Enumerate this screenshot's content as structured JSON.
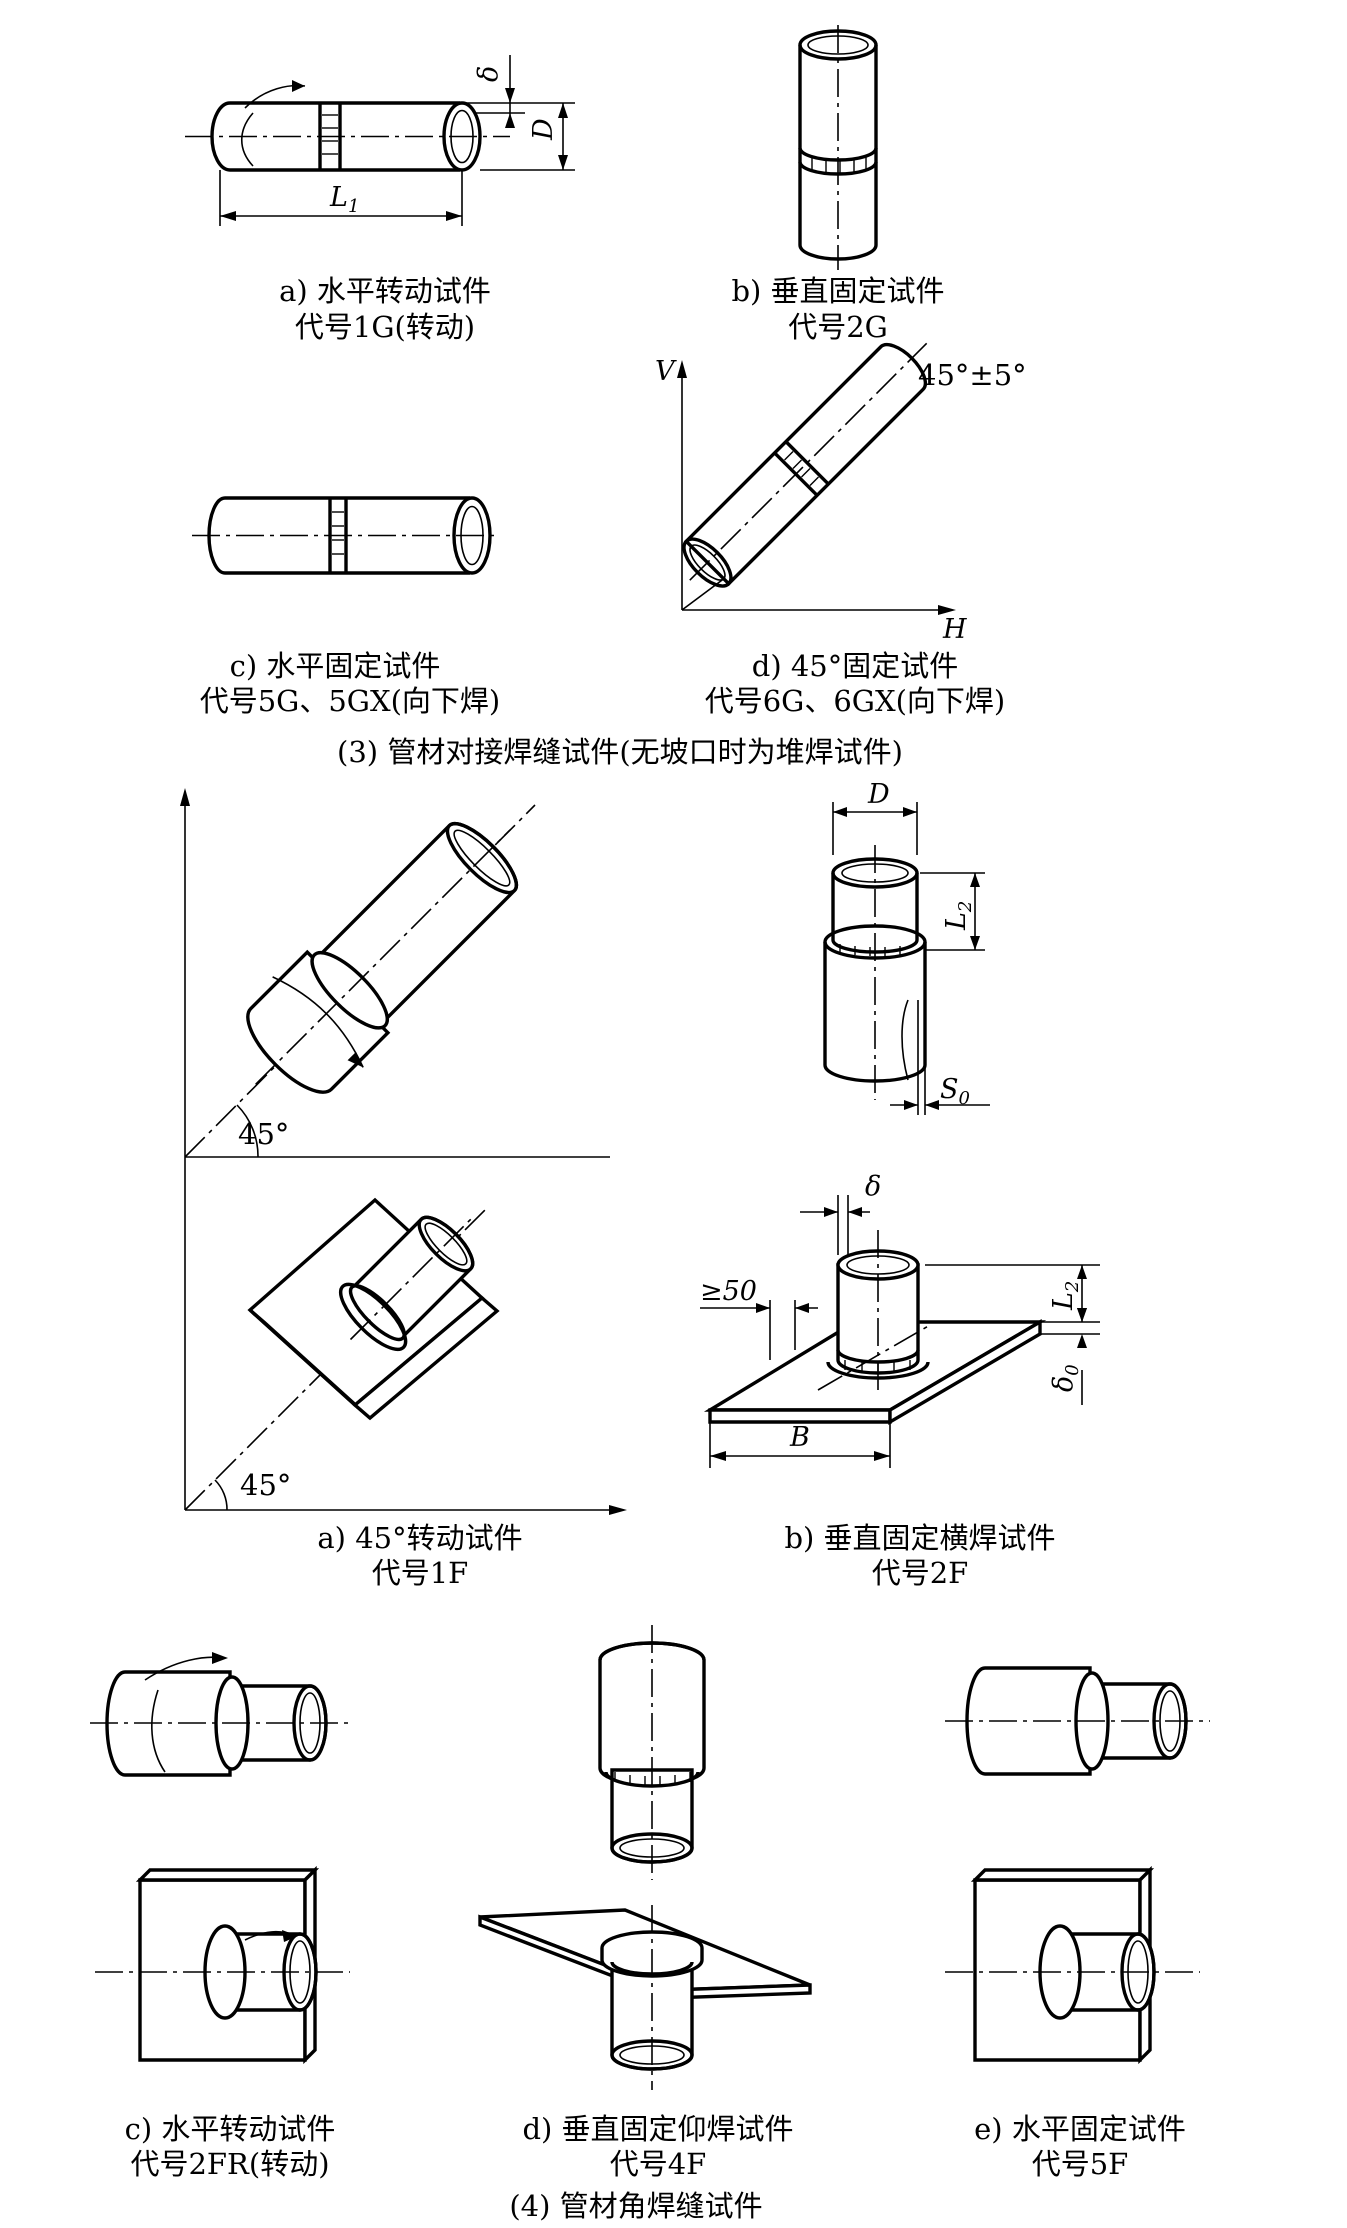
{
  "section3": {
    "a": {
      "caption": "a) 水平转动试件",
      "code": "代号1G(转动)",
      "dim_delta": "δ",
      "dim_D": "D",
      "dim_L1": "L",
      "dim_L1_sub": "1"
    },
    "b": {
      "caption": "b) 垂直固定试件",
      "code": "代号2G"
    },
    "c": {
      "caption": "c) 水平固定试件",
      "code": "代号5G、5GX(向下焊)"
    },
    "d": {
      "caption": "d) 45°固定试件",
      "code": "代号6G、6GX(向下焊)",
      "angle": "45°±5°",
      "axis_v": "V",
      "axis_h": "H"
    },
    "title": "(3) 管材对接焊缝试件(无坡口时为堆焊试件)"
  },
  "section4_top": {
    "a": {
      "caption": "a) 45°转动试件",
      "code": "代号1F",
      "angle_upper": "45°",
      "angle_lower": "45°"
    },
    "b": {
      "caption": "b) 垂直固定横焊试件",
      "code": "代号2F",
      "dim_D": "D",
      "dim_L2": "L",
      "dim_L2_sub": "2",
      "dim_S0": "S",
      "dim_S0_sub": "0",
      "dim_delta": "δ",
      "dim_ge50": "≥50",
      "dim_L2b": "L",
      "dim_L2b_sub": "2",
      "dim_delta0": "δ",
      "dim_delta0_sub": "0",
      "dim_B": "B"
    }
  },
  "section4_bottom": {
    "c": {
      "caption": "c) 水平转动试件",
      "code": "代号2FR(转动)"
    },
    "d": {
      "caption": "d) 垂直固定仰焊试件",
      "code": "代号4F"
    },
    "e": {
      "caption": "e) 水平固定试件",
      "code": "代号5F"
    },
    "title": "(4) 管材角焊缝试件"
  }
}
